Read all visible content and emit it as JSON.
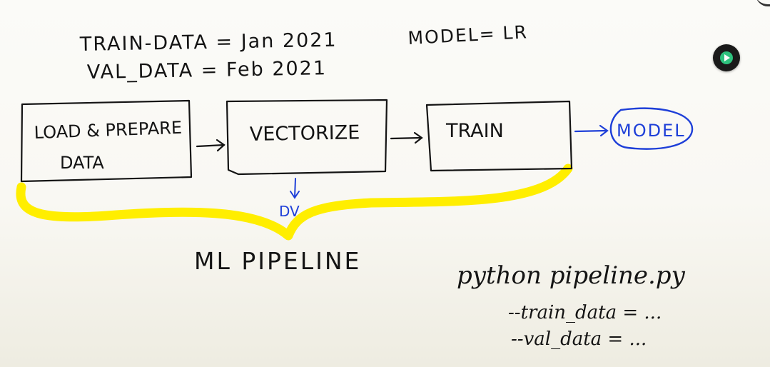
{
  "header": {
    "train_data": "TRAIN-DATA = Jan 2021",
    "val_data": "VAL_DATA = Feb 2021",
    "model": "MODEL= LR"
  },
  "pipeline": {
    "steps": [
      {
        "line1": "LOAD & PREPARE",
        "line2": "DATA"
      },
      {
        "line1": "VECTORIZE"
      },
      {
        "line1": "TRAIN"
      }
    ],
    "output": "MODEL",
    "dv_label": "DV",
    "label": "ML PIPELINE"
  },
  "command": {
    "line1": "python pipeline.py",
    "line2": "--train_data = ...",
    "line3": "--val_data = ..."
  },
  "colors": {
    "ink": "#141414",
    "highlight": "#ffee00",
    "accent_blue": "#1e3fd8"
  },
  "controls": {
    "play_icon": "play-icon"
  }
}
